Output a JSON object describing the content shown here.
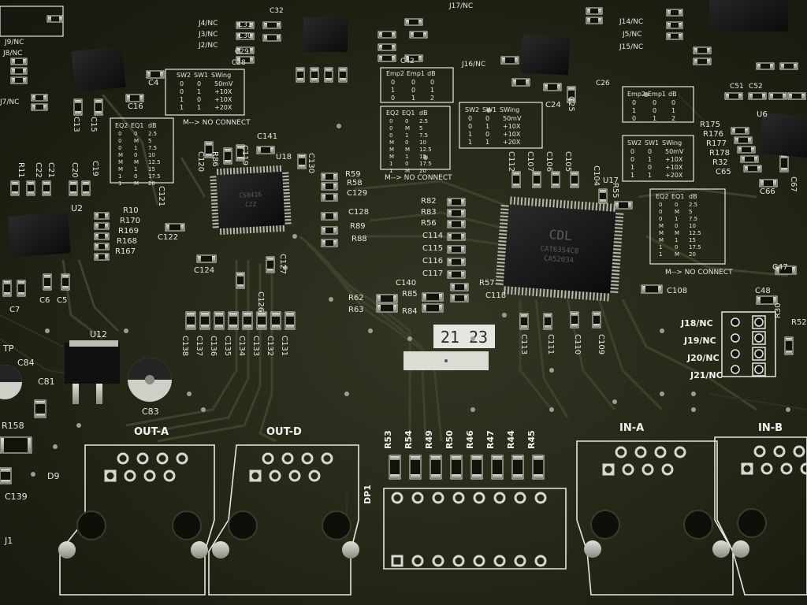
{
  "chips": {
    "u12": "U12",
    "u2": "U2",
    "u17": "U17",
    "u18": "U18",
    "u6": "U6",
    "main_marking_1": "CAT6354C0",
    "main_marking_2": "CA52034",
    "main_logo": "CDL",
    "mid_marking_1": "CS8416",
    "mid_marking_2": "CZZ"
  },
  "display": {
    "digits": "21 23"
  },
  "ports": {
    "out_a": "OUT-A",
    "out_d": "OUT-D",
    "in_a": "IN-A",
    "in_b": "IN-B",
    "dp1": "DP1"
  },
  "jumpers": [
    "J18/NC",
    "J19/NC",
    "J20/NC",
    "J21/NC"
  ],
  "tables": {
    "sw_header": [
      "SW2",
      "SW1",
      "SWing"
    ],
    "sw_rows": [
      [
        "0",
        "0",
        "50mV"
      ],
      [
        "0",
        "1",
        "+10X"
      ],
      [
        "1",
        "0",
        "+10X"
      ],
      [
        "1",
        "1",
        "+20X"
      ]
    ],
    "eq_header": [
      "EQ2",
      "EQ1",
      "dB"
    ],
    "eq_values": [
      "2.5",
      "5",
      "7.5",
      "10",
      "12.5",
      "15",
      "17.5",
      "20"
    ],
    "emp_header": [
      "Emp2",
      "Emp1",
      "dB"
    ],
    "no_connect": "M--> NO CONNECT"
  },
  "labels": {
    "tp": "TP",
    "c84": "C84",
    "c81": "C81",
    "c83": "C83",
    "r158": "R158",
    "d9": "D9",
    "c139": "C139",
    "j1": "J1",
    "r10": "R10",
    "r170": "R170",
    "r169": "R169",
    "r168": "R168",
    "r167": "R167",
    "c6": "C6",
    "c5": "C5",
    "c7": "C7",
    "c122": "C122",
    "c124": "C124",
    "c126": "C126",
    "c127": "C127",
    "r59": "R59",
    "r58": "R58",
    "c129": "C129",
    "c128": "C128",
    "r89": "R89",
    "r88": "R88",
    "r82": "R82",
    "r83": "R83",
    "r56": "R56",
    "c114": "C114",
    "c115": "C115",
    "c116": "C116",
    "c117": "C117",
    "c140": "C140",
    "r85": "R85",
    "r84": "R84",
    "r57": "R57",
    "c118": "C118",
    "r62": "R62",
    "r63": "R63",
    "c113": "C113",
    "c111": "C111",
    "c110": "C110",
    "c109": "C109",
    "c108": "C108",
    "c47": "C47",
    "c48": "C48",
    "r30": "R30",
    "r52": "R52",
    "r175": "R175",
    "r176": "R176",
    "r177": "R177",
    "r178": "R178",
    "r32": "R32",
    "c65": "C65",
    "c66": "C66",
    "c67": "C67",
    "c104": "C104",
    "r55": "R55",
    "c141": "C141",
    "c130": "C130",
    "c119": "C119",
    "c120": "C120",
    "r86": "R86",
    "c121": "C121",
    "c112": "C112",
    "c107": "C107",
    "c106": "C106",
    "c105": "C105",
    "c24": "C24",
    "c25": "C25",
    "c16": "C16",
    "c4": "C4",
    "c13": "C13",
    "c15": "C15",
    "c19": "C19",
    "c20": "C20",
    "c21": "C21",
    "c22": "C22",
    "r11": "R11",
    "c28": "C28",
    "c29": "C29",
    "c30": "C30",
    "c31": "C31",
    "c32": "C32",
    "c42": "C42",
    "c26": "C26",
    "c51": "C51",
    "c52": "C52",
    "j4nc": "J4/NC",
    "j3nc": "J3/NC",
    "j2nc": "J2/NC",
    "j9nc": "J9/NC",
    "j8nc": "J8/NC",
    "j7nc": "J7/NC",
    "j5nc": "J5/NC",
    "j17nc": "J17/NC",
    "j16nc": "J16/NC",
    "j14nc": "J14/NC",
    "j15nc": "J15/NC",
    "cap_row": [
      "C138",
      "C137",
      "C136",
      "C135",
      "C134",
      "C133",
      "C132",
      "C131"
    ],
    "res_row": [
      "R53",
      "R54",
      "R49",
      "R50",
      "R46",
      "R47",
      "R44",
      "R45"
    ]
  },
  "colors": {
    "board": "#262818",
    "silk": "#e6e6e0",
    "chip": "#141414",
    "pad": "#b8b8b0",
    "trace": "#383a28"
  }
}
